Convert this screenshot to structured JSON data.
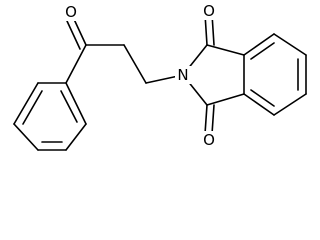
{
  "atoms": {
    "o_ketone": "O",
    "o_imide_top": "O",
    "o_imide_bottom": "O",
    "n_imide": "N"
  }
}
